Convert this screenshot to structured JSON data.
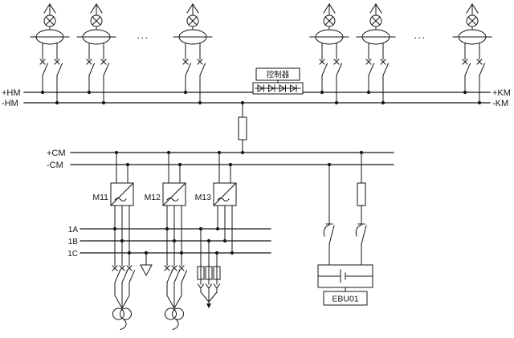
{
  "diagram": {
    "rails": {
      "hm_plus": "+HM",
      "hm_minus": "-HM",
      "km_plus": "+KM",
      "km_minus": "-KM",
      "cm_plus": "+CM",
      "cm_minus": "-CM"
    },
    "controller_label": "控制器",
    "converters": [
      {
        "label": "M11"
      },
      {
        "label": "M12"
      },
      {
        "label": "M13"
      }
    ],
    "buses": [
      {
        "label": "1A"
      },
      {
        "label": "1B"
      },
      {
        "label": "1C"
      }
    ],
    "battery_unit_label": "EBU01",
    "ellipsis_left": "...",
    "ellipsis_right": "...",
    "line_color": "#141414",
    "bg_color": "#ffffff"
  }
}
